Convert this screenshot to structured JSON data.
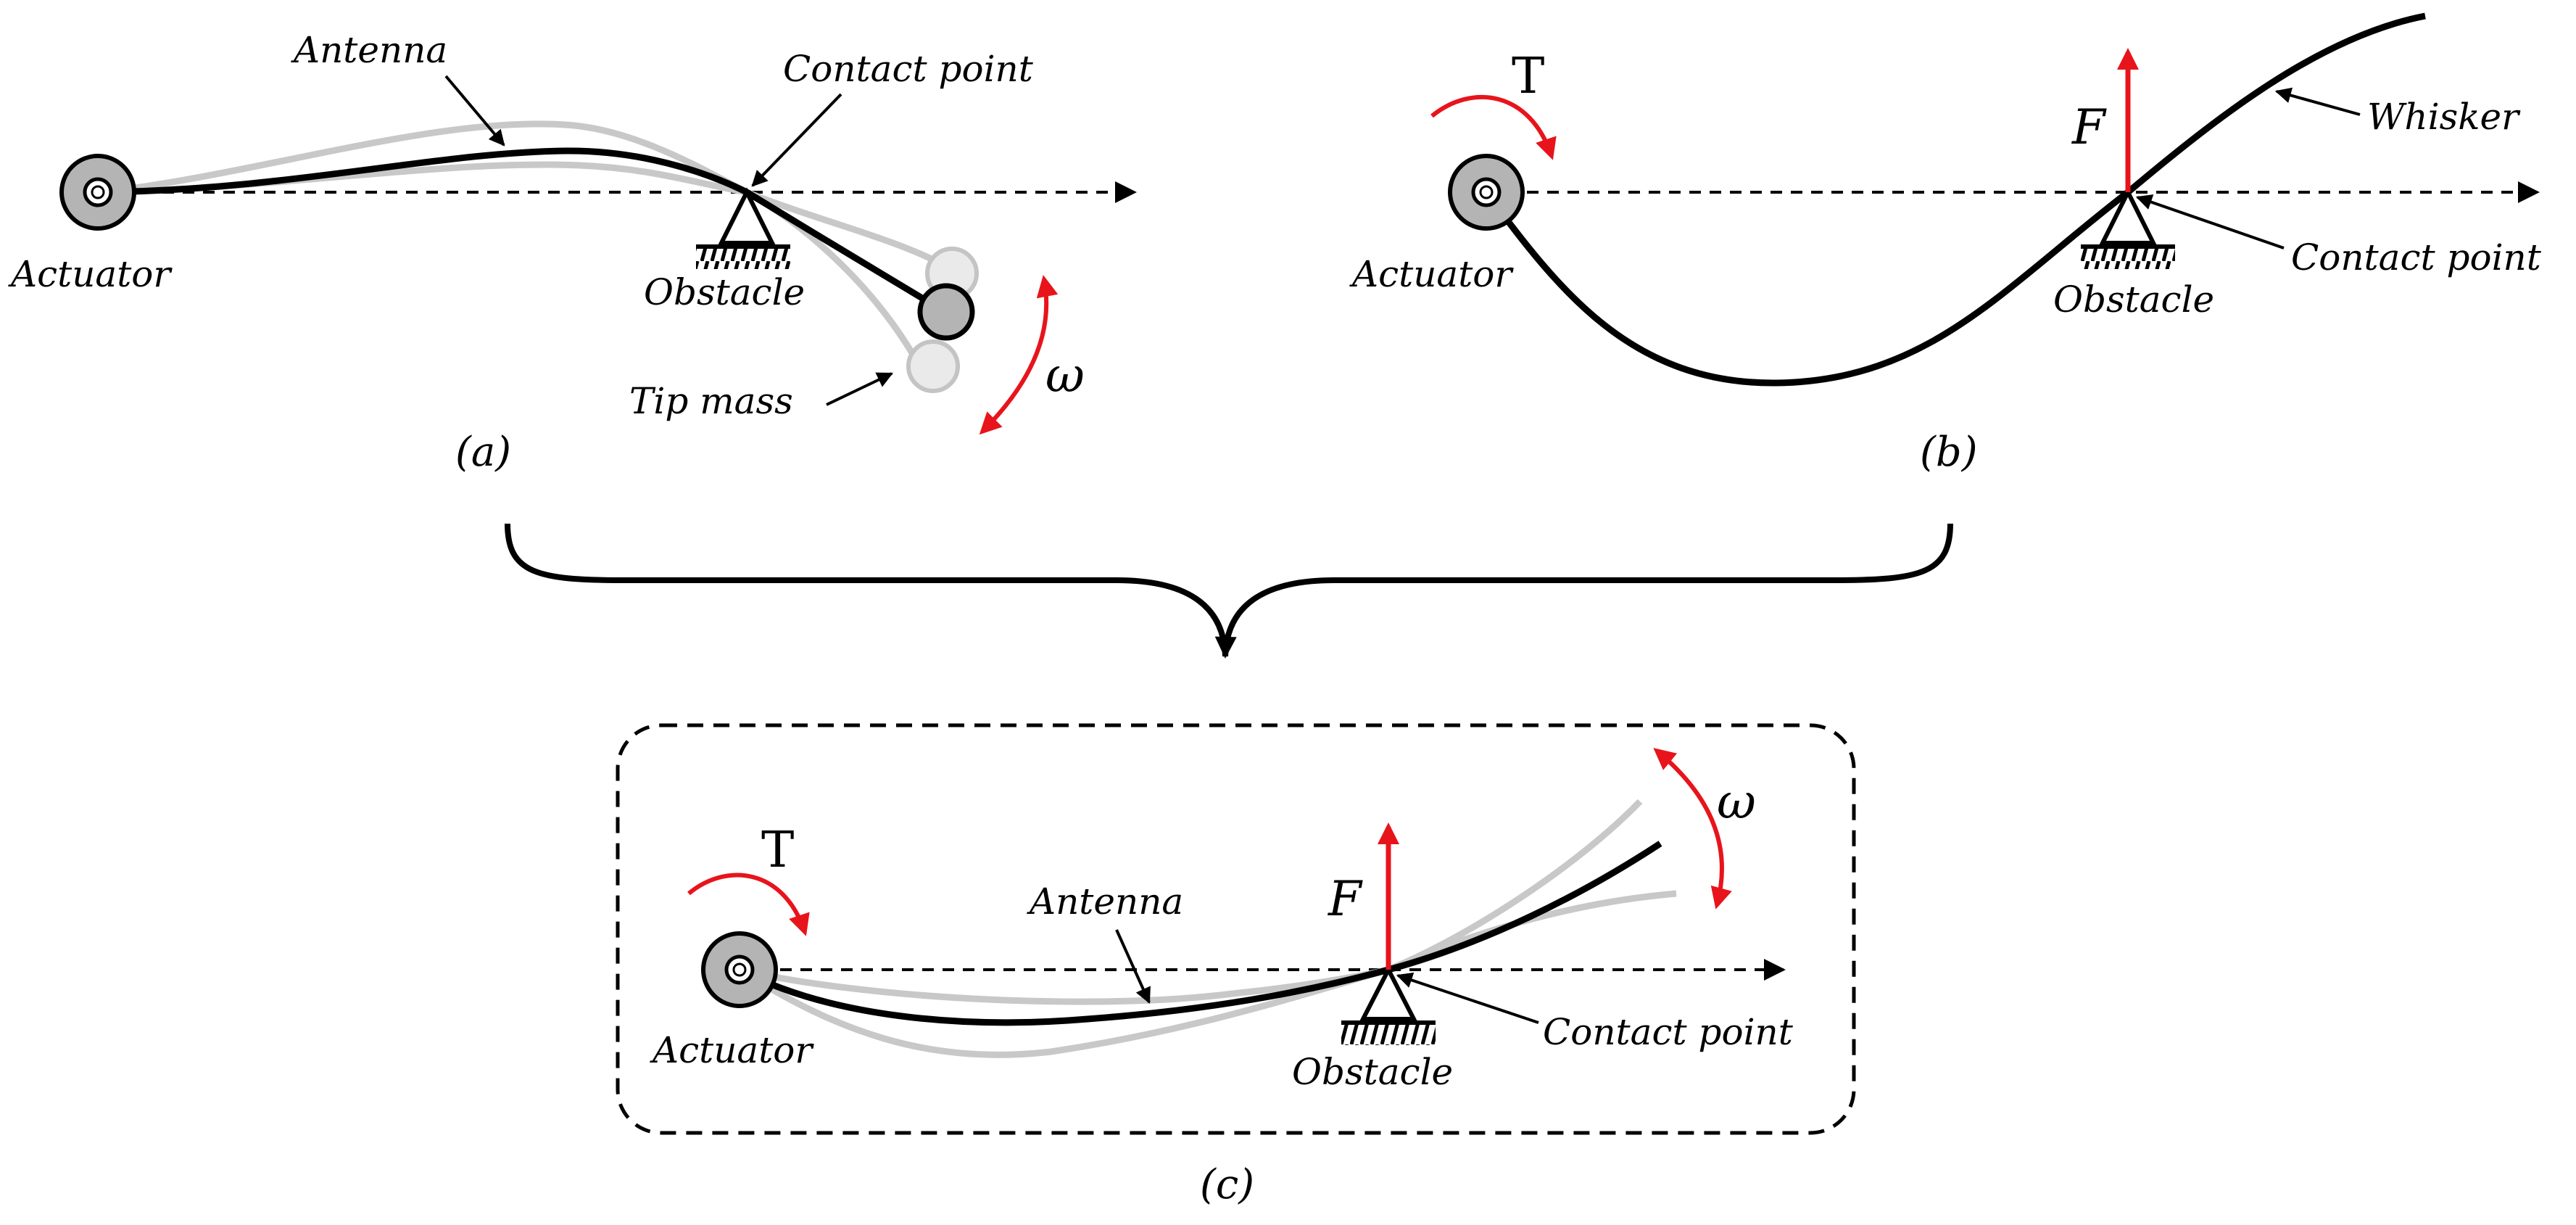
{
  "panel_a": {
    "caption": "(a)",
    "antenna": "Antenna",
    "contact_point": "Contact point",
    "actuator": "Actuator",
    "obstacle": "Obstacle",
    "tip_mass": "Tip mass",
    "omega": "ω"
  },
  "panel_b": {
    "caption": "(b)",
    "torque": "T",
    "force": "F",
    "whisker": "Whisker",
    "actuator": "Actuator",
    "contact_point": "Contact point",
    "obstacle": "Obstacle"
  },
  "panel_c": {
    "caption": "(c)",
    "torque": "T",
    "antenna": "Antenna",
    "force": "F",
    "omega": "ω",
    "actuator": "Actuator",
    "contact_point": "Contact point",
    "obstacle": "Obstacle"
  },
  "colors": {
    "accent_red": "#e8141b",
    "beam": "#000000",
    "ghost": "#c8c8c8",
    "hub_fill": "#b4b4b4"
  }
}
